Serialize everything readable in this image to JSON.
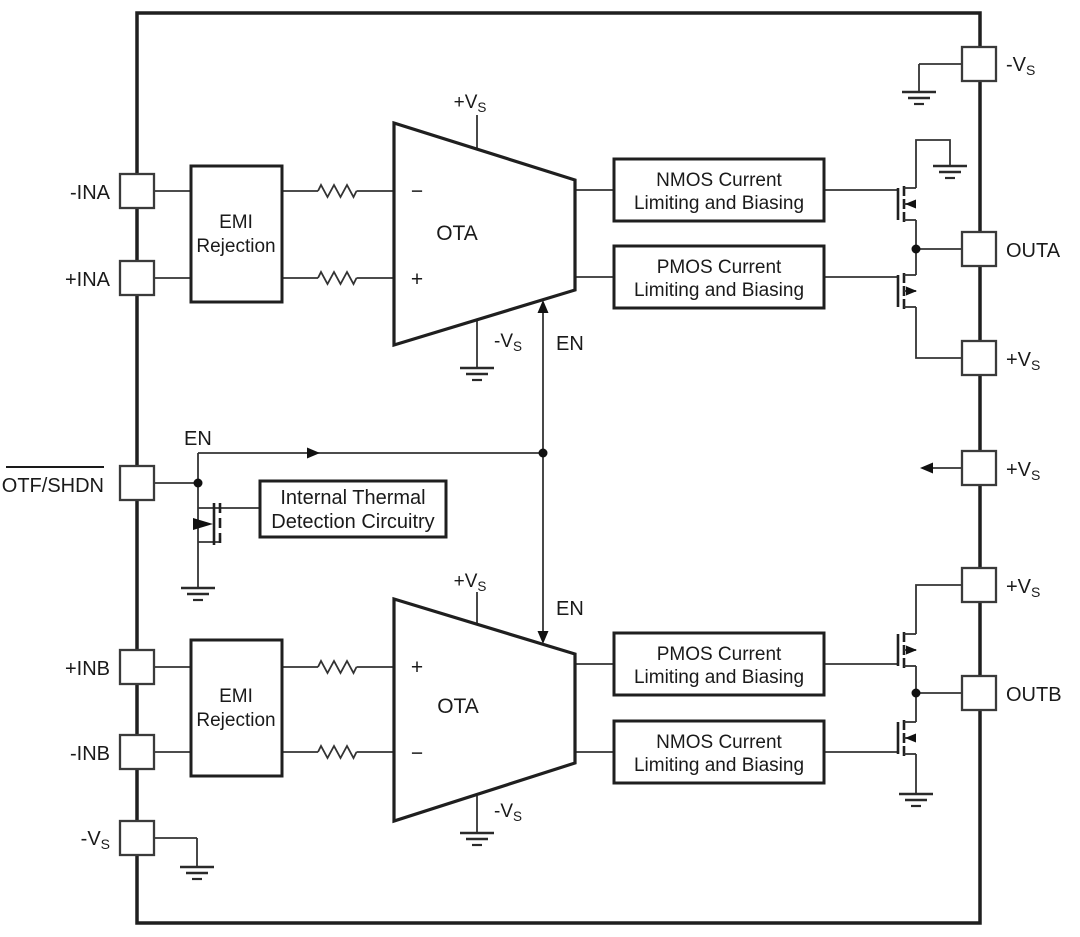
{
  "colors": {
    "line": "#1f1f1f",
    "text": "#1a1a1a",
    "background": "#ffffff"
  },
  "pins": {
    "left": [
      {
        "label": "-INA"
      },
      {
        "label": "+INA"
      },
      {
        "label": "OTF/SHDN",
        "overline": "true"
      },
      {
        "label": "+INB"
      },
      {
        "label": "-INB"
      },
      {
        "label": "-V",
        "sub": "S"
      }
    ],
    "right": [
      {
        "label": "-V",
        "sub": "S"
      },
      {
        "label": "OUTA"
      },
      {
        "label": "+V",
        "sub": "S"
      },
      {
        "label": "+V",
        "sub": "S"
      },
      {
        "label": "+V",
        "sub": "S"
      },
      {
        "label": "OUTB"
      }
    ]
  },
  "blocks": {
    "emi_a": {
      "line1": "EMI",
      "line2": "Rejection"
    },
    "emi_b": {
      "line1": "EMI",
      "line2": "Rejection"
    },
    "nmos_a": {
      "line1": "NMOS Current",
      "line2": "Limiting and Biasing"
    },
    "pmos_a": {
      "line1": "PMOS Current",
      "line2": "Limiting and Biasing"
    },
    "pmos_b": {
      "line1": "PMOS Current",
      "line2": "Limiting and Biasing"
    },
    "nmos_b": {
      "line1": "NMOS Current",
      "line2": "Limiting and Biasing"
    },
    "thermal": {
      "line1": "Internal Thermal",
      "line2": "Detection Circuitry"
    }
  },
  "ota_a": {
    "label": "OTA",
    "minus_input": "−",
    "plus_input": "+",
    "supply_top": "+V",
    "supply_top_sub": "S",
    "supply_bottom": "-V",
    "supply_bottom_sub": "S"
  },
  "ota_b": {
    "label": "OTA",
    "plus_input": "+",
    "minus_input": "−",
    "supply_top": "+V",
    "supply_top_sub": "S",
    "supply_bottom": "-V",
    "supply_bottom_sub": "S"
  },
  "en": {
    "label_shdn": "EN",
    "label_ota_a": "EN",
    "label_ota_b": "EN"
  }
}
